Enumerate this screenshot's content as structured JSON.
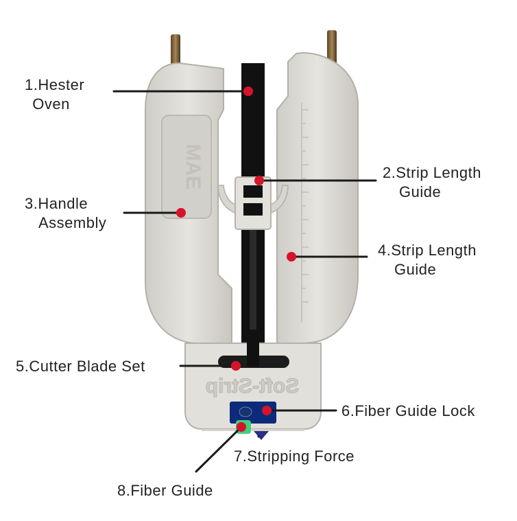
{
  "labels": {
    "l1": {
      "line1": "1.Hester",
      "line2": "Oven"
    },
    "l2": {
      "line1": "2.Strip Length",
      "line2": "Guide"
    },
    "l3": {
      "line1": "3.Handle",
      "line2": "Assembly"
    },
    "l4": {
      "line1": "4.Strip Length",
      "line2": "Guide"
    },
    "l5": {
      "line1": "5.Cutter Blade Set"
    },
    "l6": {
      "line1": "6.Fiber Guide Lock"
    },
    "l7": {
      "line1": "7.Stripping Force"
    },
    "l8": {
      "line1": "8.Fiber Guide"
    }
  },
  "device": {
    "base_imprint": "Soft-Strip",
    "handle_imprint": "MAE"
  },
  "colors": {
    "marker": "#d7132a",
    "line": "#1a1a1a",
    "body": "#dcdad5",
    "body_shadow": "#b9b6af",
    "blade_bar": "#111111",
    "fiber_lock": "#0b2a7a",
    "fiber_guide": "#3fd17a",
    "force_arrow": "#2a2f8c",
    "pins": "#8a6a3a"
  }
}
